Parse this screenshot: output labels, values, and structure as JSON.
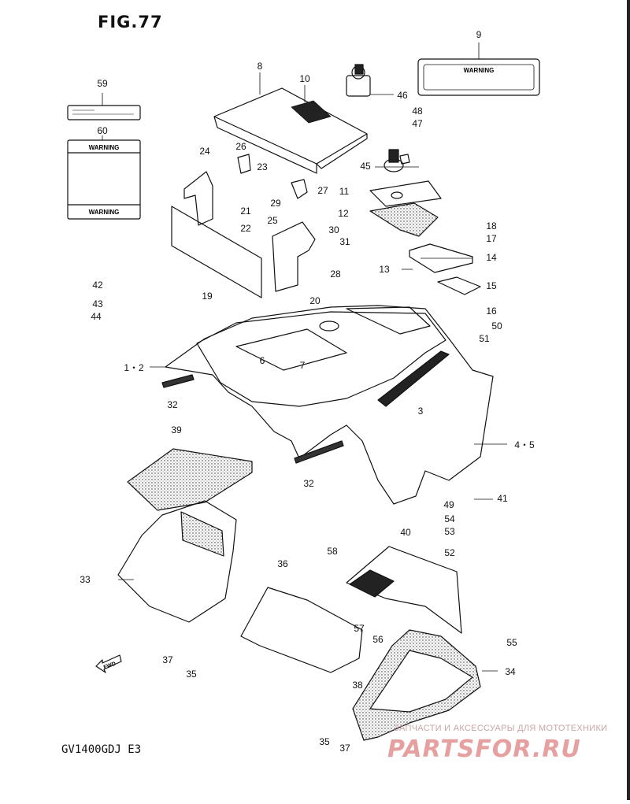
{
  "figure": {
    "title": "FIG.77",
    "model_code": "GV1400GDJ  E3"
  },
  "labels": {
    "warning_text": "WARNING",
    "fwd_text": "FWD"
  },
  "watermark": {
    "small": "ЗАПЧАСТИ И АКСЕССУАРЫ ДЛЯ МОТОТЕХНИКИ",
    "big": "PARTSFOR.RU"
  },
  "part_numbers": [
    "59",
    "60",
    "9",
    "8",
    "10",
    "46",
    "48",
    "47",
    "45",
    "11",
    "12",
    "18",
    "17",
    "14",
    "13",
    "15",
    "16",
    "24",
    "26",
    "23",
    "29",
    "27",
    "21",
    "22",
    "25",
    "30",
    "31",
    "28",
    "19",
    "42",
    "43",
    "44",
    "20",
    "50",
    "51",
    "1・2",
    "6",
    "7",
    "32",
    "3",
    "4・5",
    "39",
    "32",
    "49",
    "41",
    "54",
    "53",
    "40",
    "52",
    "33",
    "58",
    "36",
    "57",
    "56",
    "55",
    "37",
    "35",
    "34",
    "38",
    "35",
    "37"
  ],
  "colors": {
    "ink": "#111111",
    "watermark": "#e7a0a0",
    "background": "#ffffff"
  }
}
